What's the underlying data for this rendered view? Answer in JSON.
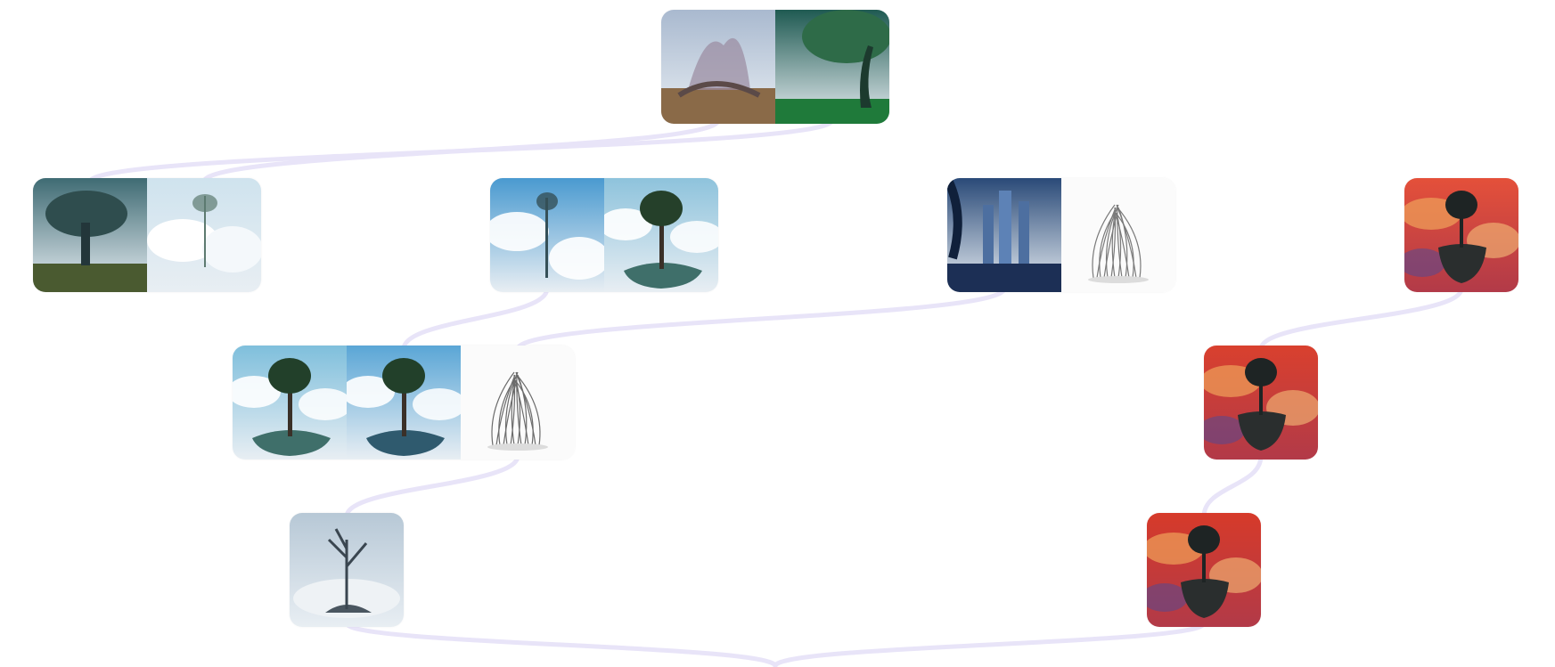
{
  "palette": {
    "edge": "#e8e4f8",
    "background": "#ffffff"
  },
  "nodes": [
    {
      "id": "n0",
      "level": 0,
      "images": [
        {
          "name": "ruined-castle-tree-painting",
          "scene": "ruins",
          "sky": "#a9b9cf",
          "ground": "#8a6a48",
          "tree": "#5b4a48"
        },
        {
          "name": "dark-green-forest-painting",
          "scene": "forest",
          "sky": "#1f5a52",
          "ground": "#1f7a3a",
          "tree": "#1c3a2e"
        }
      ]
    },
    {
      "id": "n1",
      "level": 1,
      "images": [
        {
          "name": "swamp-tree-painting",
          "scene": "swamp",
          "sky": "#3f6b73",
          "ground": "#4a5a30",
          "tree": "#23363a"
        },
        {
          "name": "white-clouds-tree-painting",
          "scene": "clouds",
          "sky": "#cfe3ee",
          "ground": "#e8eef2",
          "tree": "#5d7a70"
        }
      ]
    },
    {
      "id": "n2",
      "level": 1,
      "images": [
        {
          "name": "sky-clouds-tree-painting",
          "scene": "sky",
          "sky": "#4a9ad0",
          "ground": "#d6e4ee",
          "tree": "#355058"
        },
        {
          "name": "island-tree-lake-painting",
          "scene": "island",
          "sky": "#8ec3dc",
          "ground": "#3f6f6a",
          "tree": "#25402a"
        }
      ]
    },
    {
      "id": "n3",
      "level": 1,
      "images": [
        {
          "name": "blue-city-towers-painting",
          "scene": "city",
          "sky": "#2a4a78",
          "ground": "#1c2f55",
          "tree": "#10203a"
        },
        {
          "name": "pencil-sketch-tree-drawing",
          "scene": "sketch",
          "sky": "#ffffff",
          "ground": "#f2f2f2",
          "tree": "#7a7a7a"
        }
      ]
    },
    {
      "id": "n4",
      "level": 1,
      "images": [
        {
          "name": "red-sky-floating-island-painting",
          "scene": "fire",
          "sky": "#e4503a",
          "ground": "#2a2e2e",
          "tree": "#1e2424"
        }
      ]
    },
    {
      "id": "n5",
      "level": 2,
      "images": [
        {
          "name": "island-tree-clouds-painting",
          "scene": "island",
          "sky": "#7fbfdc",
          "ground": "#3f6f6a",
          "tree": "#22402a"
        },
        {
          "name": "floating-tree-sky-painting",
          "scene": "island",
          "sky": "#5aa6d6",
          "ground": "#2f5a6e",
          "tree": "#22402a"
        },
        {
          "name": "pencil-sketch-rock-drawing",
          "scene": "sketch",
          "sky": "#fafafa",
          "ground": "#f2f2f2",
          "tree": "#6b6b6b"
        }
      ]
    },
    {
      "id": "n6",
      "level": 2,
      "images": [
        {
          "name": "red-sky-floating-island-painting-2",
          "scene": "fire",
          "sky": "#d9402e",
          "ground": "#2a2e2e",
          "tree": "#1e2424"
        }
      ]
    },
    {
      "id": "n7",
      "level": 3,
      "images": [
        {
          "name": "misty-floating-island-tree-painting",
          "scene": "mist",
          "sky": "#b7c8d6",
          "ground": "#4a5660",
          "tree": "#3a4650"
        }
      ]
    },
    {
      "id": "n8",
      "level": 3,
      "images": [
        {
          "name": "red-sky-floating-island-painting-3",
          "scene": "fire",
          "sky": "#d63a2a",
          "ground": "#2a2e2e",
          "tree": "#1e2424"
        }
      ]
    }
  ]
}
